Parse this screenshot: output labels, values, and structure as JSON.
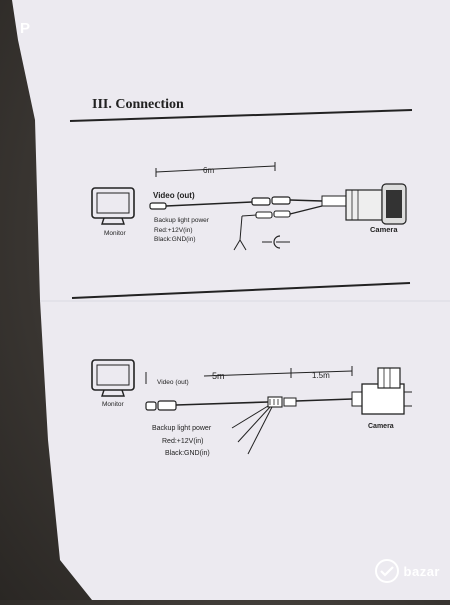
{
  "badge": "P",
  "section_title": "III. Connection",
  "diagram1": {
    "length": "6m",
    "video_label": "Video (out)",
    "backup_power": "Backup light power",
    "red": "Red:+12V(in)",
    "black": "Black:GND(in)",
    "monitor": "Monitor",
    "camera": "Camera"
  },
  "diagram2": {
    "length_main": "5m",
    "length_short": "1.5m",
    "video_label": "Video (out)",
    "backup_power": "Backup light power",
    "red": "Red:+12V(in)",
    "black": "Black:GND(in)",
    "monitor": "Monitor",
    "camera": "Camera"
  },
  "watermark": "bazar"
}
